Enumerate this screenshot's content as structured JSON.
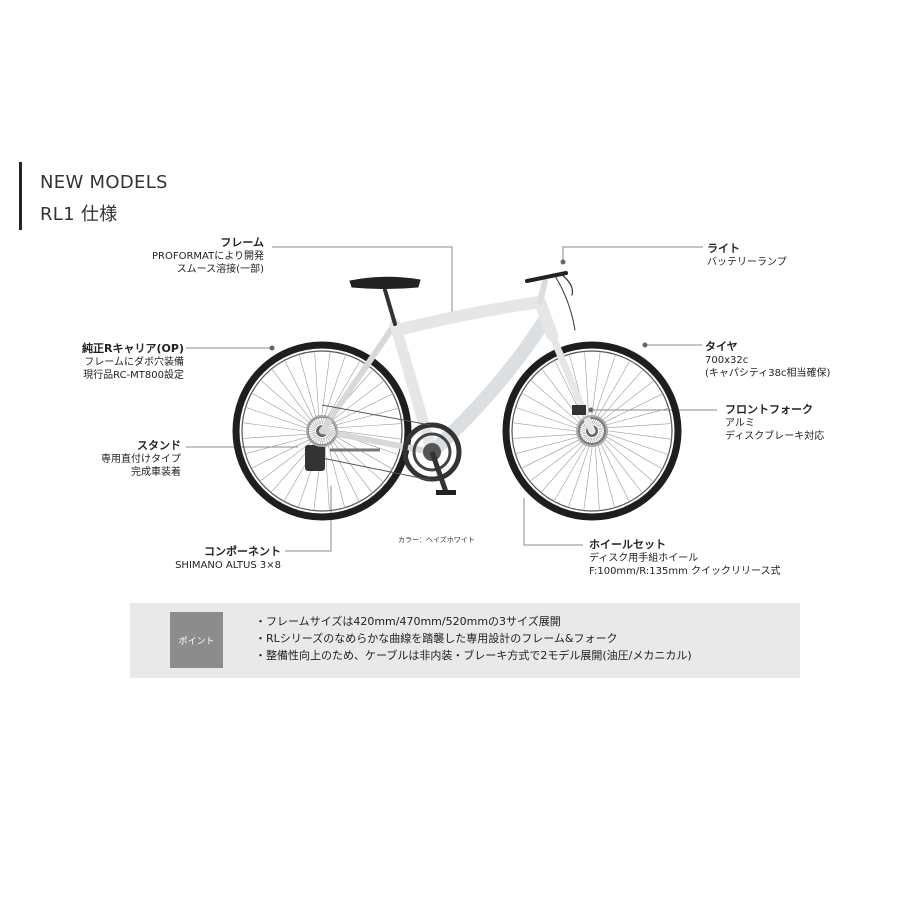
{
  "header": {
    "title_line1": "NEW MODELS",
    "title_line2": "RL1 仕様"
  },
  "callouts": {
    "frame": {
      "heading": "フレーム",
      "lines": [
        "PROFORMATにより開発",
        "スムース溶接(一部)"
      ]
    },
    "carrier": {
      "heading": "純正Rキャリア(OP)",
      "lines": [
        "フレームにダボ穴装備",
        "現行品RC-MT800設定"
      ]
    },
    "stand": {
      "heading": "スタンド",
      "lines": [
        "専用直付けタイプ",
        "完成車装着"
      ]
    },
    "component": {
      "heading": "コンポーネント",
      "lines": [
        "SHIMANO ALTUS 3×8"
      ]
    },
    "light": {
      "heading": "ライト",
      "lines": [
        "バッテリーランプ"
      ]
    },
    "tire": {
      "heading": "タイヤ",
      "lines": [
        "700x32c",
        "(キャパシティ38c相当確保)"
      ]
    },
    "fork": {
      "heading": "フロントフォーク",
      "lines": [
        "アルミ",
        "ディスクブレーキ対応"
      ]
    },
    "wheelset": {
      "heading": "ホイールセット",
      "lines": [
        "ディスク用手組ホイール",
        "F:100mm/R:135mm クイックリリース式"
      ]
    }
  },
  "caption": "カラー：ヘイズホワイト",
  "point": {
    "label": "ポイント",
    "items": [
      "・フレームサイズは420mm/470mm/520mmの3サイズ展開",
      "・RLシリーズのなめらかな曲線を踏襲した専用設計のフレーム&フォーク",
      "・整備性向上のため、ケーブルは非内装・ブレーキ方式で2モデル展開(油圧/メカニカル)"
    ]
  },
  "colors": {
    "frame": "#e4e6e8",
    "tire": "#1e1e1e",
    "box": "#e9e9e9",
    "label": "#8c8c8c"
  }
}
